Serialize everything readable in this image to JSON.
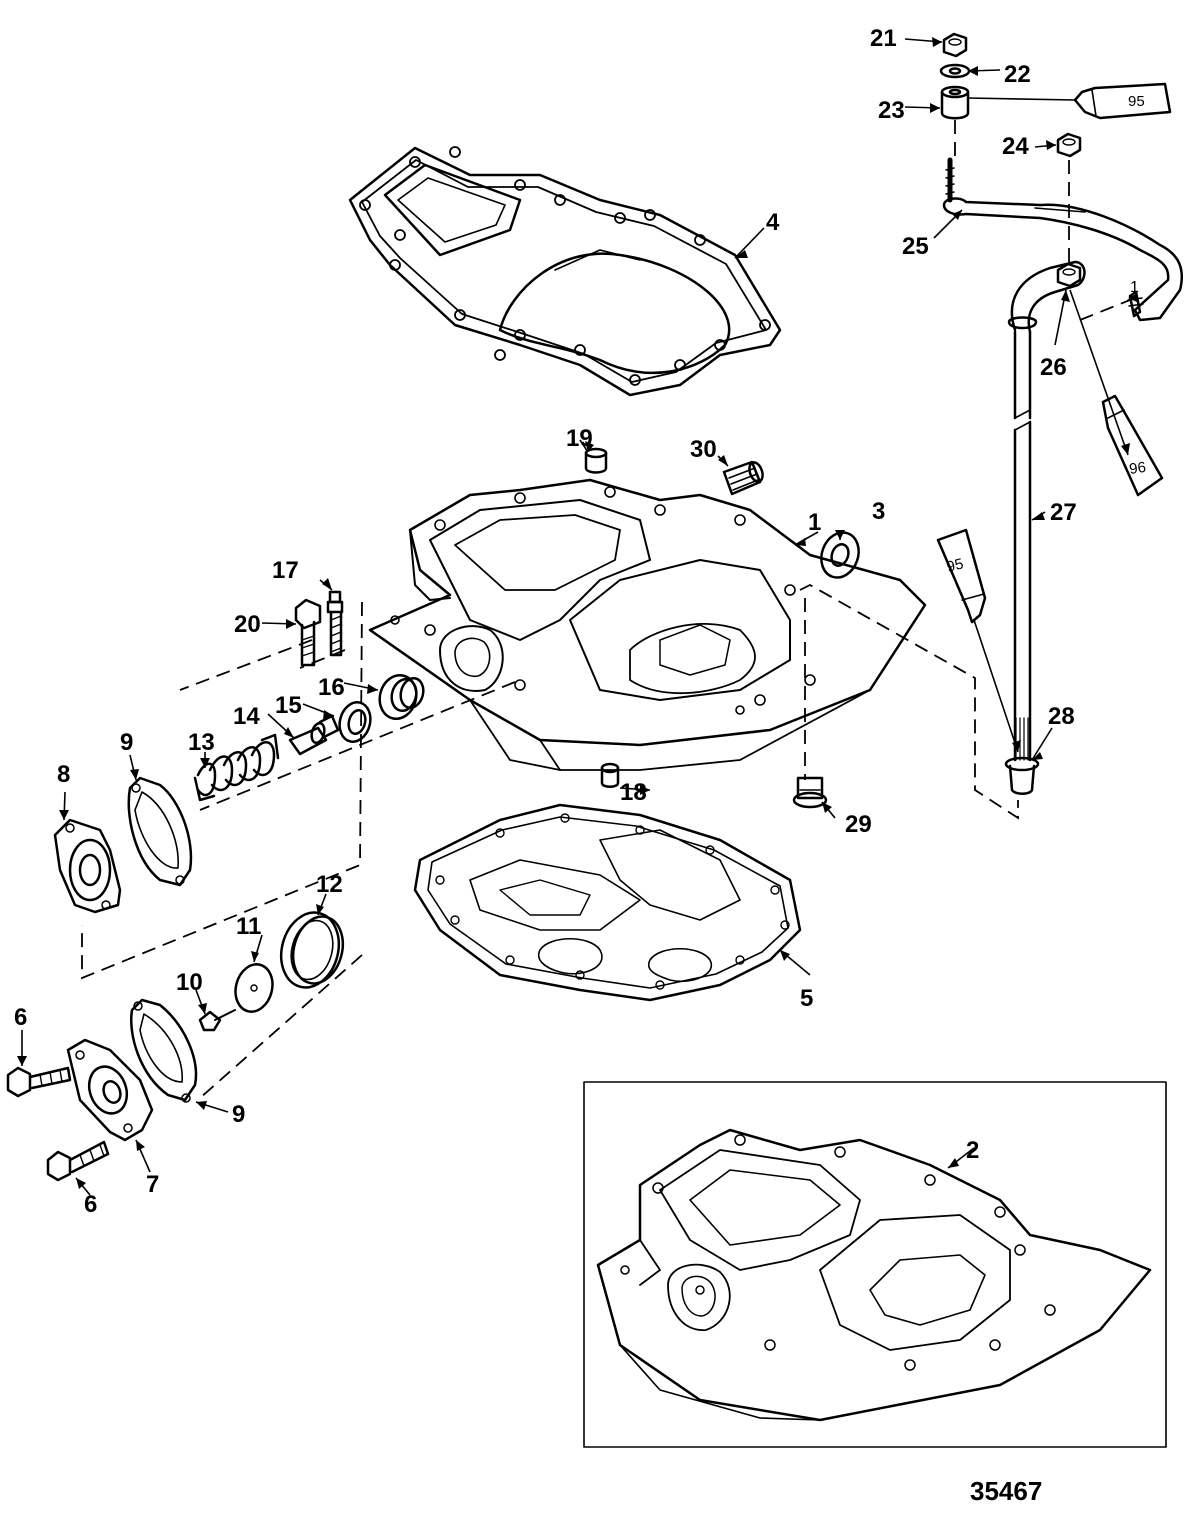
{
  "callouts": {
    "c1": "1",
    "c2": "2",
    "c3": "3",
    "c4": "4",
    "c5": "5",
    "c6a": "6",
    "c6b": "6",
    "c7": "7",
    "c8": "8",
    "c9a": "9",
    "c9b": "9",
    "c10": "10",
    "c11": "11",
    "c12": "12",
    "c13": "13",
    "c14": "14",
    "c15": "15",
    "c16": "16",
    "c17": "17",
    "c18": "18",
    "c19": "19",
    "c20": "20",
    "c21": "21",
    "c22": "22",
    "c23": "23",
    "c24": "24",
    "c25": "25",
    "c26": "26",
    "c27": "27",
    "c28": "28",
    "c29": "29",
    "c30": "30",
    "c1small": "1"
  },
  "tubes": {
    "t95a": "95",
    "t95b": "95",
    "t96": "96"
  },
  "figure_number": "35467",
  "colors": {
    "ink": "#000000",
    "paper": "#ffffff"
  }
}
